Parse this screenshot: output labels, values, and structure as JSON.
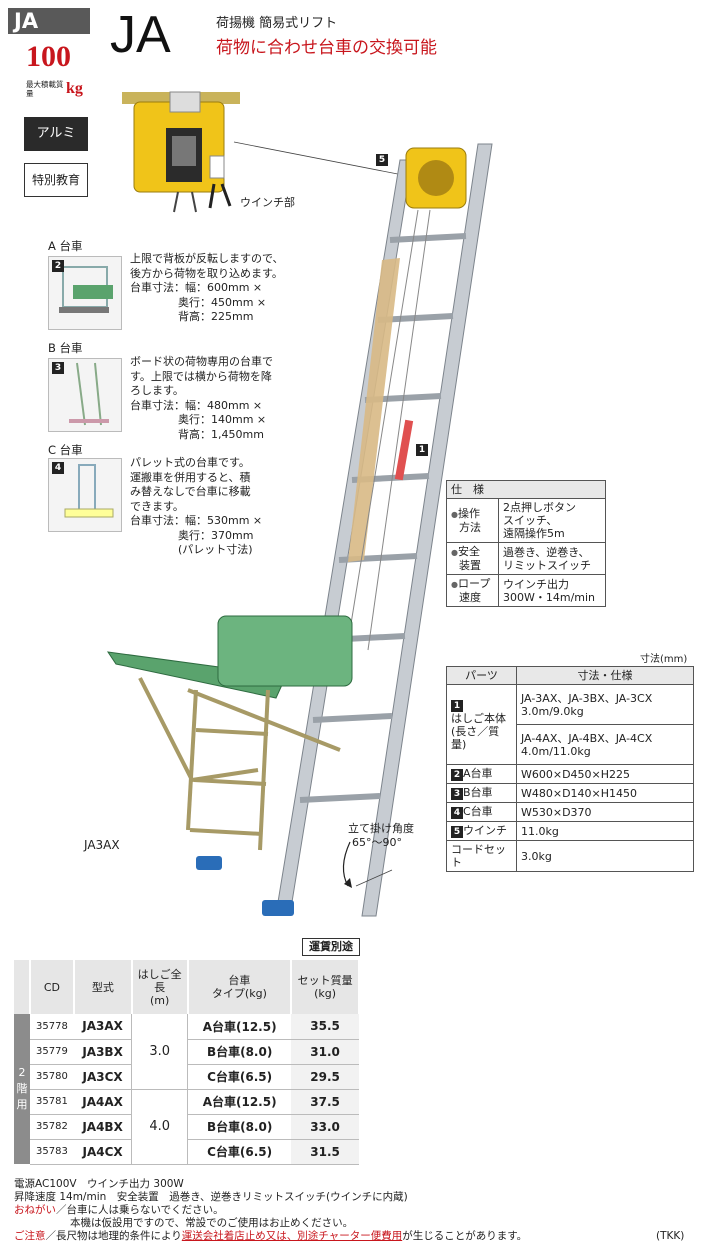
{
  "header": {
    "tag": "JA",
    "capacity_value": "100",
    "capacity_label": "最大積載質量",
    "capacity_unit": "kg",
    "badge_material": "アルミ",
    "badge_training": "特別教育",
    "model": "JA",
    "subtitle": "荷揚機 簡易式リフト",
    "catchphrase": "荷物に合わせ台車の交換可能"
  },
  "figures": {
    "winch_label": "ウインチ部",
    "main_caption": "JA3AX",
    "angle_label_1": "立て掛け角度",
    "angle_label_2": "65°～90°",
    "callout_1": "1",
    "callout_5": "5"
  },
  "carts": [
    {
      "header": "A 台車",
      "num": "2",
      "lines": [
        "上限で背板が反転しますので、",
        "後方から荷物を取り込めます。",
        "台車寸法：幅：600mm ×",
        "奥行：450mm ×",
        "背高：225mm"
      ]
    },
    {
      "header": "B 台車",
      "num": "3",
      "lines": [
        "ボード状の荷物専用の台車で",
        "す。上限では横から荷物を降",
        "ろします。",
        "台車寸法：幅：480mm ×",
        "奥行：140mm ×",
        "背高：1,450mm"
      ]
    },
    {
      "header": "C 台車",
      "num": "4",
      "lines": [
        "パレット式の台車です。",
        "運搬車を併用すると、積",
        "み替えなしで台車に移載",
        "できます。",
        "台車寸法：幅：530mm ×",
        "奥行：370mm",
        "(パレット寸法)"
      ]
    }
  ],
  "spec": {
    "title": "仕　様",
    "rows": [
      {
        "label": [
          "操作",
          "方法"
        ],
        "value": [
          "2点押しボタン",
          "スイッチ、",
          "遠隔操作5m"
        ]
      },
      {
        "label": [
          "安全",
          "装置"
        ],
        "value": [
          "過巻き、逆巻き、",
          "リミットスイッチ"
        ]
      },
      {
        "label": [
          "ロープ",
          "速度"
        ],
        "value": [
          "ウインチ出力",
          "300W・14m/min"
        ]
      }
    ]
  },
  "parts": {
    "unit_note": "寸法(mm)",
    "col1": "パーツ",
    "col2": "寸法・仕様",
    "ladder_label": [
      "はしご本体",
      "(長さ／質量)"
    ],
    "ladder_num": "1",
    "ladder_values": [
      [
        "JA-3AX、JA-3BX、JA-3CX",
        "3.0m/9.0kg"
      ],
      [
        "JA-4AX、JA-4BX、JA-4CX",
        "4.0m/11.0kg"
      ]
    ],
    "rows": [
      {
        "num": "2",
        "label": "A台車",
        "value": "W600×D450×H225"
      },
      {
        "num": "3",
        "label": "B台車",
        "value": "W480×D140×H1450"
      },
      {
        "num": "4",
        "label": "C台車",
        "value": "W530×D370"
      },
      {
        "num": "5",
        "label": "ウインチ",
        "value": "11.0kg"
      },
      {
        "num": "",
        "label": "コードセット",
        "value": "3.0kg"
      }
    ]
  },
  "table": {
    "shipping_badge": "運賃別途",
    "headers": {
      "cd": "CD",
      "model": "型式",
      "length": [
        "はしご全長",
        "(m)"
      ],
      "cart": [
        "台車",
        "タイプ(kg)"
      ],
      "weight": [
        "セット質量",
        "(kg)"
      ]
    },
    "group_label": [
      "2",
      "階",
      "用"
    ],
    "length_groups": [
      "3.0",
      "4.0"
    ],
    "rows": [
      {
        "cd": "35778",
        "model": "JA3AX",
        "cart": "A台車(12.5)",
        "weight": "35.5"
      },
      {
        "cd": "35779",
        "model": "JA3BX",
        "cart": "B台車(8.0)",
        "weight": "31.0"
      },
      {
        "cd": "35780",
        "model": "JA3CX",
        "cart": "C台車(6.5)",
        "weight": "29.5"
      },
      {
        "cd": "35781",
        "model": "JA4AX",
        "cart": "A台車(12.5)",
        "weight": "37.5"
      },
      {
        "cd": "35782",
        "model": "JA4BX",
        "cart": "B台車(8.0)",
        "weight": "33.0"
      },
      {
        "cd": "35783",
        "model": "JA4CX",
        "cart": "C台車(6.5)",
        "weight": "31.5"
      }
    ]
  },
  "footer": {
    "line1": "電源AC100V　ウインチ出力 300W",
    "line2": "昇降速度 14m/min　安全装置　過巻き、逆巻きリミットスイッチ(ウインチに内蔵)",
    "line3_red": "おねがい",
    "line3": "／台車に人は乗らないでください。",
    "line4": "本機は仮設用ですので、常設でのご使用はお止めください。",
    "line5_red": "ご注意",
    "line5_a": "／長尺物は地理的条件により",
    "line5_link1": "運送会社着店止め又は、別途チャーター便費用",
    "line5_b": "が生じることがあります。",
    "line5_code": "(TKK)"
  }
}
